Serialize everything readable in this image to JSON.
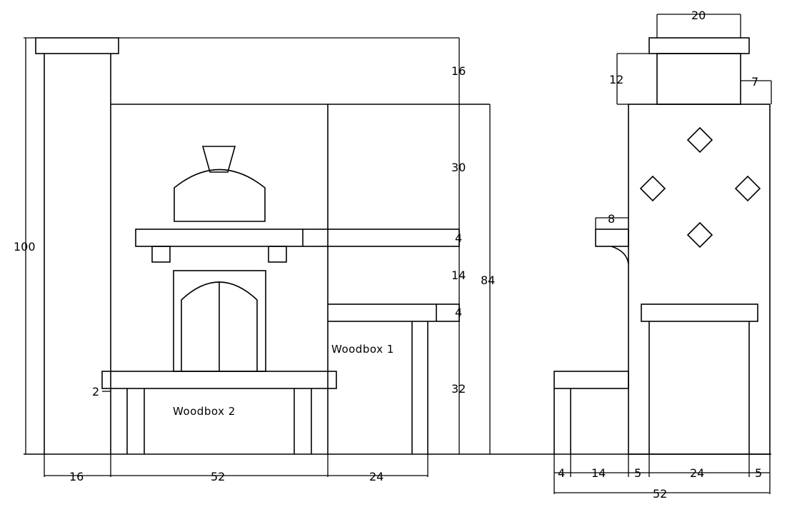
{
  "labels": {
    "woodbox_1": "Woodbox 1",
    "woodbox_2": "Woodbox 2"
  },
  "dimensions": {
    "total_height": "100",
    "chimney_top": "16",
    "upper_section": "30",
    "shelf_upper": "4",
    "middle_section": "14",
    "shelf_lower": "4",
    "lower_section": "32",
    "body_height": "84",
    "bench_step": "2",
    "chimney_width": "16",
    "body_width": "52",
    "woodbox_width": "24",
    "side_cap_width": "20",
    "side_cap_height": "12",
    "side_cap_offset": "7",
    "side_ledge": "8",
    "side_a": "4",
    "side_b": "14",
    "side_c": "5",
    "side_d": "24",
    "side_e": "5",
    "side_total": "52"
  },
  "colors": {
    "line": "#000000",
    "background": "#ffffff"
  }
}
